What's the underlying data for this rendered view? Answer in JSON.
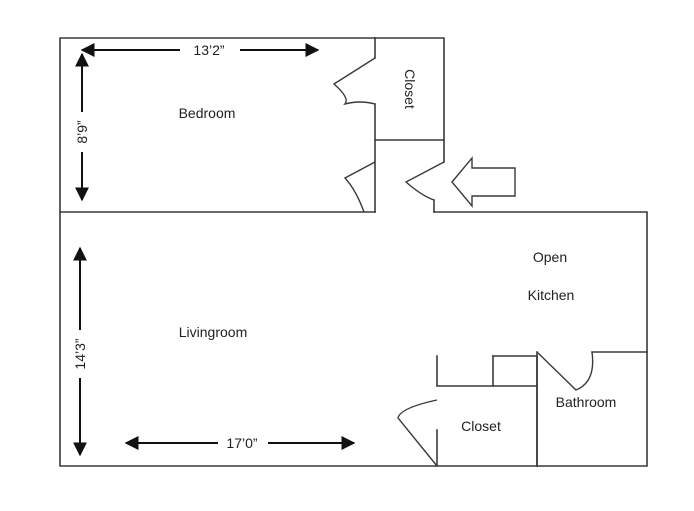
{
  "rooms": {
    "bedroom": "Bedroom",
    "closet_top": "Closet",
    "livingroom": "Livingroom",
    "kitchen_line1": "Open",
    "kitchen_line2": "Kitchen",
    "closet_bottom": "Closet",
    "bathroom": "Bathroom"
  },
  "dimensions": {
    "bedroom_width": "13’2”",
    "bedroom_depth": "8’9”",
    "living_depth": "14’3”",
    "living_width": "17’0”"
  },
  "entrance_arrow": "entrance-arrow-icon"
}
